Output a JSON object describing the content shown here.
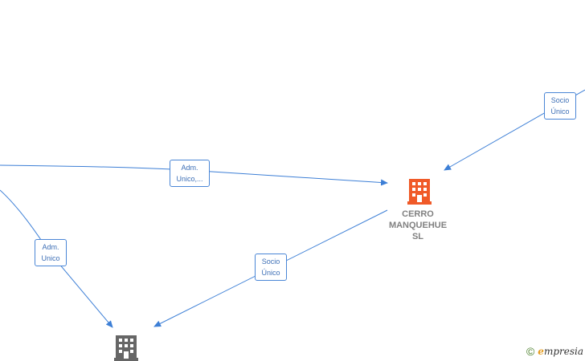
{
  "nodes": {
    "main_company": {
      "label_lines": [
        "CERRO",
        "MANQUEHUE",
        "SL"
      ],
      "color": "#f05a28"
    },
    "bottom_company": {
      "label_lines": [],
      "color": "#666666"
    }
  },
  "edge_labels": {
    "socio_unico_top": {
      "line1": "Socio",
      "line2": "Único"
    },
    "adm_unico_mid": {
      "line1": "Adm.",
      "line2": "Unico,..."
    },
    "adm_unico_left": {
      "line1": "Adm.",
      "line2": "Unico"
    },
    "socio_unico_bottom": {
      "line1": "Socio",
      "line2": "Único"
    }
  },
  "edge_color": "#3d7fd6",
  "watermark": {
    "symbol": "©",
    "brand_initial": "e",
    "brand_rest": "mpresia"
  }
}
